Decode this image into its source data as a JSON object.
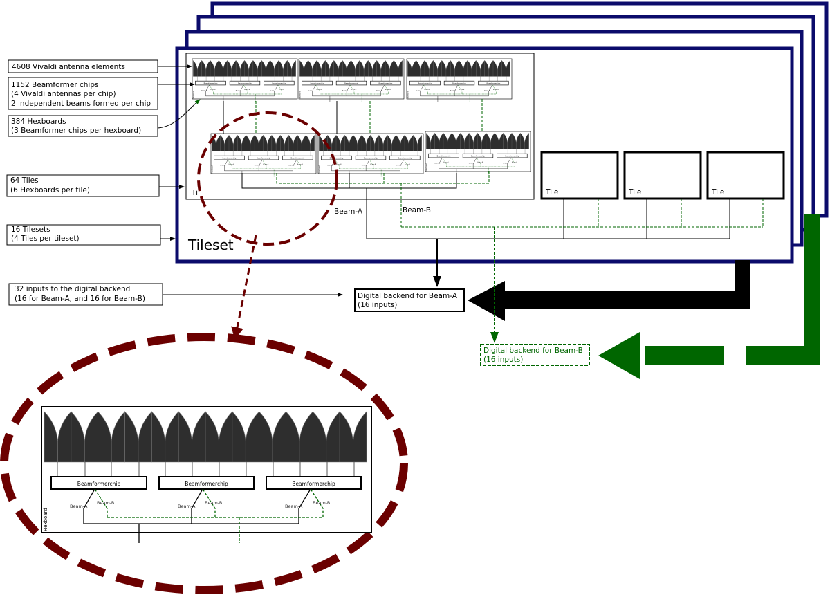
{
  "labels": {
    "antennas": "4608 Vivaldi antenna elements",
    "chips_1": "1152 Beamformer chips",
    "chips_2": "(4 Vivaldi antennas per chip)",
    "chips_3": "2 independent beams formed per chip",
    "hexboards_1": "384 Hexboards",
    "hexboards_2": "(3 Beamformer chips per hexboard)",
    "tiles_1": "64 Tiles",
    "tiles_2": "(6 Hexboards per tile)",
    "tilesets_1": "16 Tilesets",
    "tilesets_2": "(4 Tiles per tileset)",
    "inputs_1": "32 inputs to the digital backend",
    "inputs_2": "(16 for Beam-A, and 16 for Beam-B)"
  },
  "diagram": {
    "tileset": "Tileset",
    "tile": "Tile",
    "tile_partial": "Til",
    "beam_a": "Beam-A",
    "beam_b": "Beam-B",
    "chip": "Beamformerchip",
    "hexboard": "Hexboard",
    "backend_a_1": "Digital backend for Beam-A",
    "backend_a_2": "(16 inputs)",
    "backend_b_1": "Digital backend for Beam-B",
    "backend_b_2": "(16 inputs)"
  },
  "colors": {
    "tileset_frame": "#0b0b6b",
    "beam_b": "#006600",
    "zoom_ellipse": "#6b0000",
    "antenna": "#2e2e2e"
  }
}
